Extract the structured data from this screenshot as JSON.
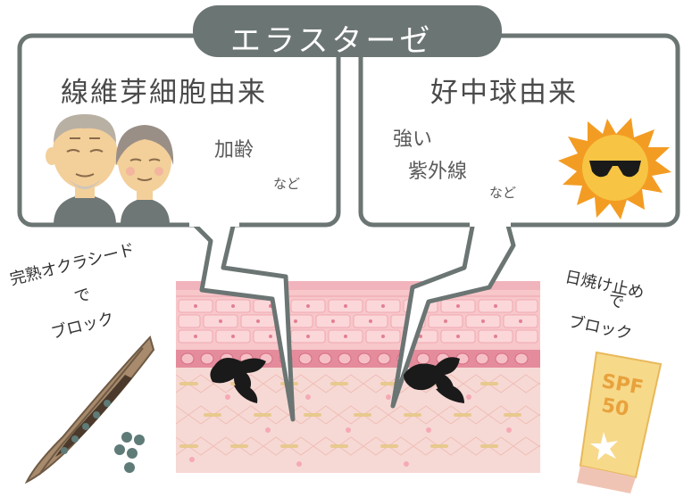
{
  "title": "エラスターゼ",
  "left_panel": {
    "heading": "線維芽細胞由来",
    "cause": "加齢",
    "etc": "など"
  },
  "right_panel": {
    "heading": "好中球由来",
    "cause_line1": "強い",
    "cause_line2": "紫外線",
    "etc": "など"
  },
  "left_caption": {
    "line1": "完熟オクラシード",
    "line2": "で",
    "line3": "ブロック"
  },
  "right_caption": {
    "line1": "日焼け止め",
    "line2": "で",
    "line3": "ブロック"
  },
  "sunscreen_label": {
    "line1": "SPF",
    "line2": "50"
  },
  "colors": {
    "panel_border": "#6b7573",
    "title_bar": "#6b7573",
    "skin_top": "#f2b4bc",
    "skin_cells": "#f7c7c9",
    "skin_basal": "#e58c9c",
    "dermis": "#f6d9d4",
    "fiber": "#e8c98e",
    "enzyme": "#1a1a1a",
    "sun": "#f39c23",
    "okra": "#a88a6c",
    "seed": "#5f7b78",
    "sunscreen": "#f7d98a"
  },
  "icons": [
    "elderly-man-icon",
    "elderly-woman-icon",
    "sun-with-sunglasses-icon",
    "okra-pod-icon",
    "seeds-icon",
    "sunscreen-tube-icon",
    "enzyme-scissors-icon",
    "lightning-bolt-icon"
  ]
}
